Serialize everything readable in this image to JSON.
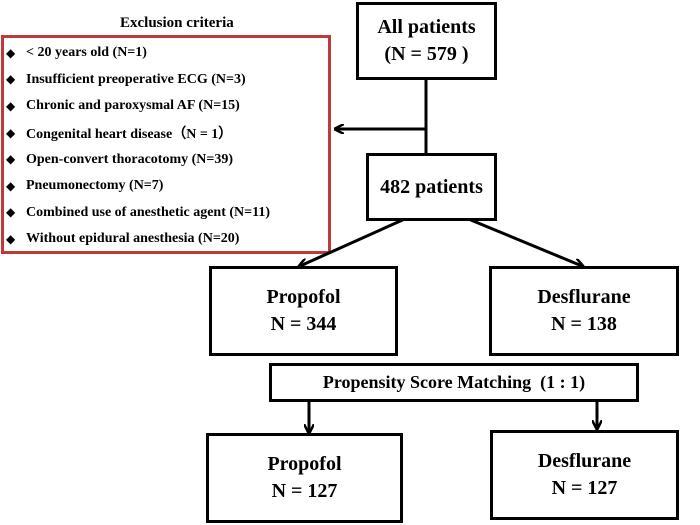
{
  "exclusion": {
    "title": "Exclusion criteria",
    "bullet_glyph": "◆",
    "items": [
      "< 20 years old (N=1)",
      "Insufficient preoperative ECG (N=3)",
      "Chronic and paroxysmal AF (N=15)",
      "Congenital heart disease（N = 1）",
      "Open-convert thoracotomy (N=39)",
      "Pneumonectomy (N=7)",
      "Combined use of anesthetic agent (N=11)",
      "Without epidural anesthesia (N=20)"
    ],
    "border_color": "#c0393b"
  },
  "all_patients": {
    "title": "All patients",
    "count": "(N = 579 )"
  },
  "after_exclusion": {
    "label": "482 patients"
  },
  "propofol_before": {
    "name": "Propofol",
    "count": "N = 344"
  },
  "desflurane_before": {
    "name": "Desflurane",
    "count": "N = 138"
  },
  "matching": {
    "label": "Propensity Score Matching  (1 : 1)"
  },
  "propofol_after": {
    "name": "Propofol",
    "count": "N = 127"
  },
  "desflurane_after": {
    "name": "Desflurane",
    "count": "N = 127"
  }
}
